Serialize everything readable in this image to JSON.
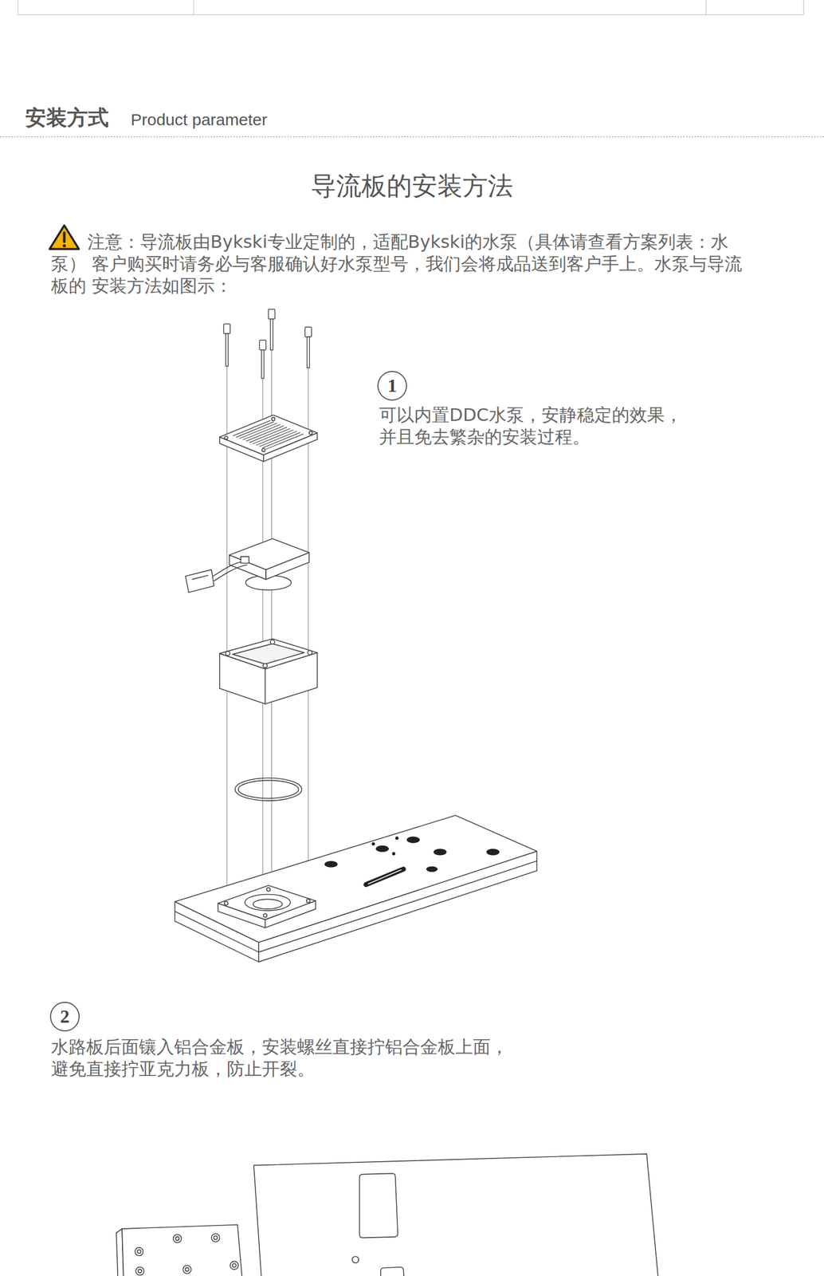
{
  "diagram": {
    "title": "导流板的安装方法",
    "nodes": [
      {
        "text": [
          "1"
        ]
      },
      {
        "text": [
          "2"
        ]
      }
    ],
    "labels": [
      "安装方式",
      "Product parameter",
      "注意：导流板由Bykski专业定制的，适配Bykski的水泵（具体请查看方案列表：水泵） 客户购买时请务必与客服确认好水泵型号，我们会将成品送到客户手上。水泵与导流板的 安装方法如图示：",
      "可以内置DDC水泵，安静稳定的效果， 并且免去繁杂的安装过程。",
      "水路板后面镶入铝合金板，安装螺丝直接拧铝合金板上面， 避免直接拧亚克力板，防止开裂。"
    ]
  }
}
